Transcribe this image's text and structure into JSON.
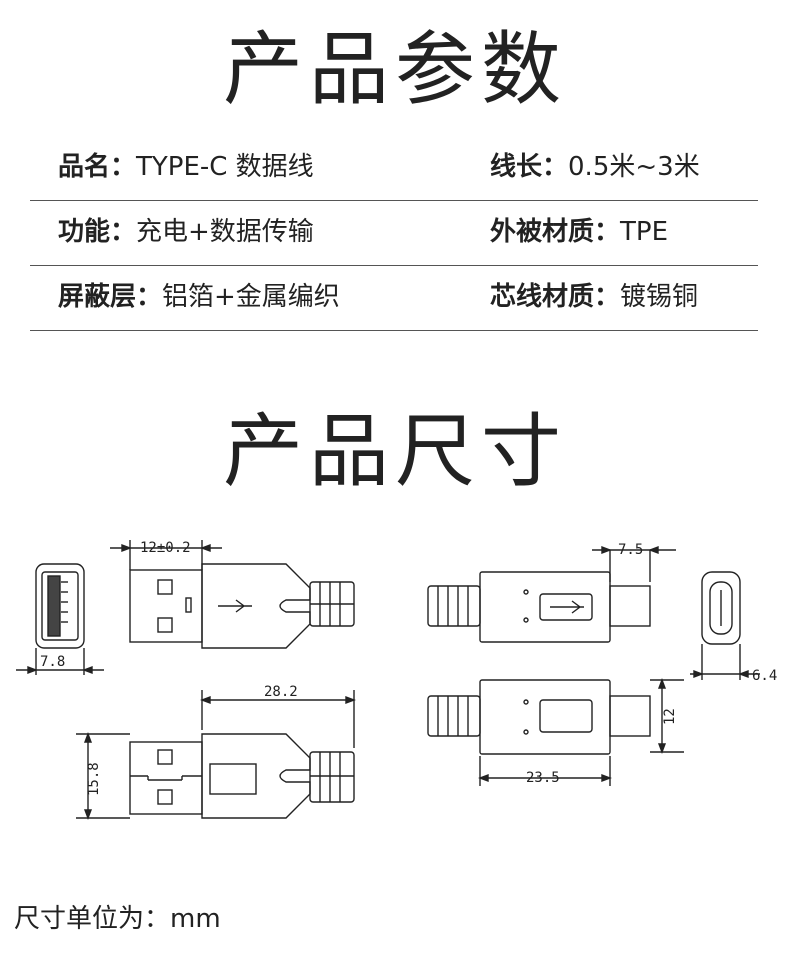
{
  "section_params": {
    "title": "产品参数"
  },
  "params": [
    {
      "left": {
        "label": "品名：",
        "value": "TYPE-C 数据线"
      },
      "right": {
        "label": "线长：",
        "value": "0.5米~3米"
      }
    },
    {
      "left": {
        "label": "功能：",
        "value": "充电+数据传输"
      },
      "right": {
        "label": "外被材质：",
        "value": "TPE"
      }
    },
    {
      "left": {
        "label": "屏蔽层：",
        "value": "铝箔+金属编织"
      },
      "right": {
        "label": "芯线材质：",
        "value": "镀锡铜"
      }
    }
  ],
  "section_size": {
    "title": "产品尺寸"
  },
  "dimensions": {
    "usb_a_head_length": "12±0.2",
    "usb_a_width": "7.8",
    "usb_a_total_length": "28.2",
    "usb_a_height": "15.8",
    "usb_c_tip_length": "7.5",
    "usb_c_width": "6.4",
    "usb_c_height": "12",
    "usb_c_total_length": "23.5"
  },
  "icons": {
    "usb_logo": "usb-superspeed-icon"
  },
  "footer": {
    "unit_text": "尺寸单位为：mm"
  }
}
